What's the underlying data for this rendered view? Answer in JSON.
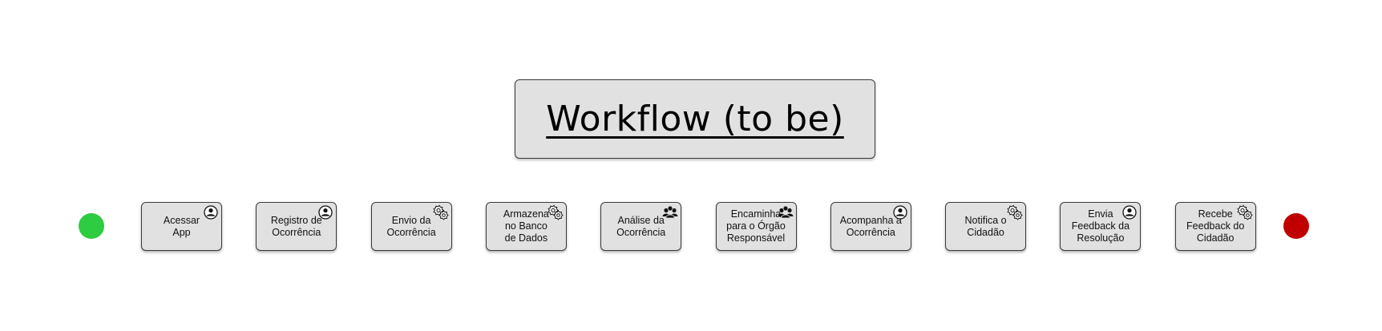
{
  "diagram": {
    "title": "Workflow (to be)",
    "start_event": {
      "color": "#2ecc40"
    },
    "end_event": {
      "color": "#c00000"
    },
    "tasks": [
      {
        "label": "Acessar\nApp",
        "icon": "user-icon"
      },
      {
        "label": "Registro de\nOcorrência",
        "icon": "user-icon"
      },
      {
        "label": "Envio da\nOcorrência",
        "icon": "gears-icon"
      },
      {
        "label": "Armazena\nno Banco\nde Dados",
        "icon": "gears-icon"
      },
      {
        "label": "Análise da\nOcorrência",
        "icon": "group-icon"
      },
      {
        "label": "Encaminha\npara o Órgão\nResponsável",
        "icon": "group-icon"
      },
      {
        "label": "Acompanha a\nOcorrência",
        "icon": "user-icon"
      },
      {
        "label": "Notifica o\nCidadão",
        "icon": "gears-icon"
      },
      {
        "label": "Envia\nFeedback da\nResolução",
        "icon": "user-icon"
      },
      {
        "label": "Recebe\nFeedback do\nCidadão",
        "icon": "gears-icon"
      }
    ]
  }
}
